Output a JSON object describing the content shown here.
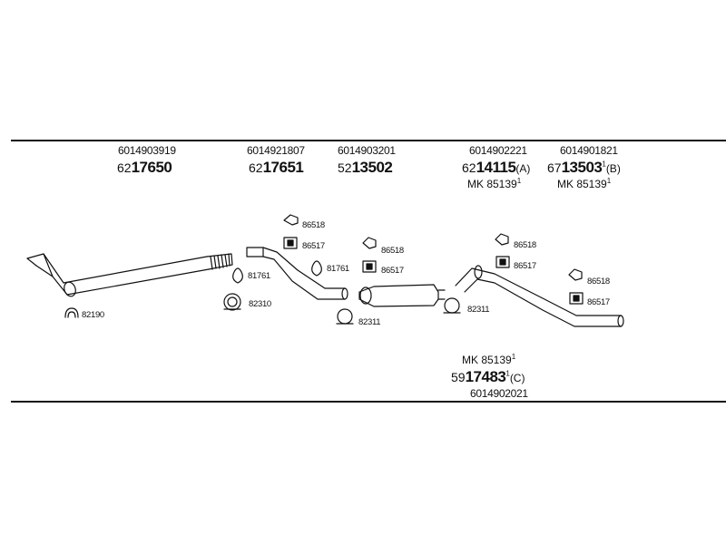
{
  "top_labels": [
    {
      "article": "6014903919",
      "prefix": "62",
      "number": "17650"
    },
    {
      "article": "6014921807",
      "prefix": "62",
      "number": "17651"
    },
    {
      "article": "6014903201",
      "prefix": "52",
      "number": "13502"
    },
    {
      "article": "6014902221",
      "prefix": "62",
      "number": "14115",
      "suffix": "(A)",
      "kit": "MK 85139",
      "kit_sup": "1"
    },
    {
      "article": "6014901821",
      "prefix": "67",
      "number": "13503",
      "sup": "1",
      "suffix": "(B)",
      "kit": "MK 85139",
      "kit_sup": "1"
    }
  ],
  "bottom_label": {
    "kit": "MK 85139",
    "kit_sup": "1",
    "prefix": "59",
    "number": "17483",
    "sup": "1",
    "suffix": "(C)",
    "article": "6014902021"
  },
  "parts": {
    "p82190": "82190",
    "p81761a": "81761",
    "p81761b": "81761",
    "p82310": "82310",
    "p86518a": "86518",
    "p86517a": "86517",
    "p86518b": "86518",
    "p86517b": "86517",
    "p82311a": "82311",
    "p82311b": "82311",
    "p86518c": "86518",
    "p86517c": "86517",
    "p86518d": "86518",
    "p86517d": "86517"
  }
}
